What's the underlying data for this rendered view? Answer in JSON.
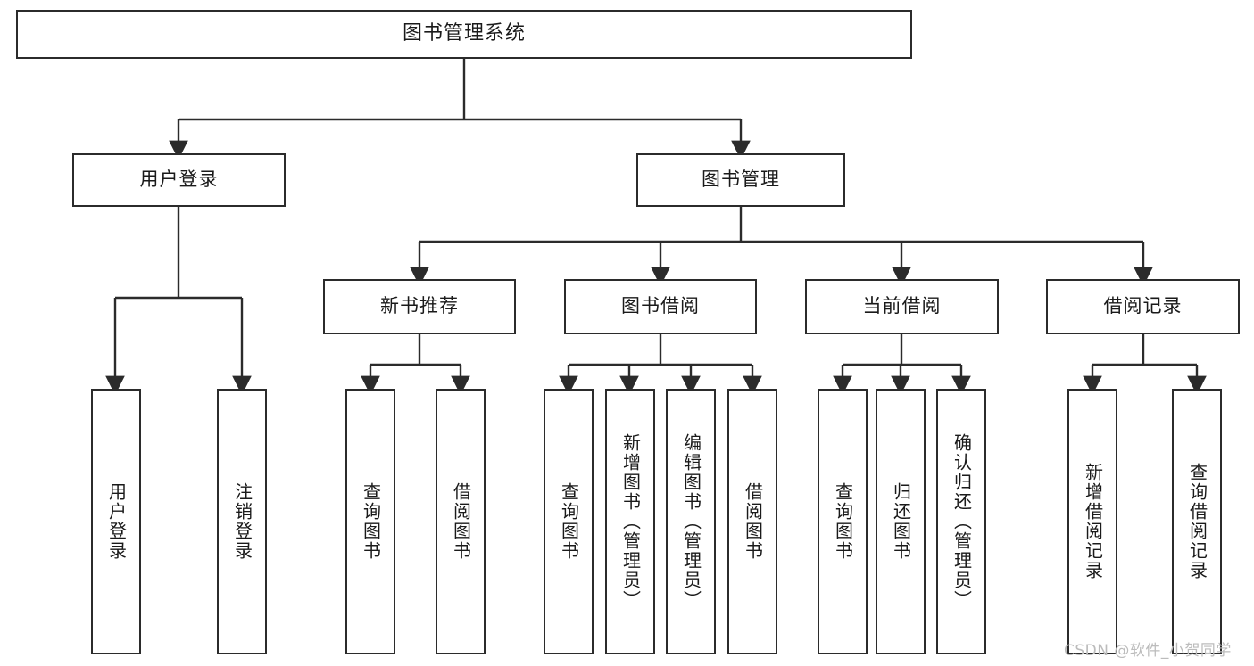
{
  "diagram": {
    "title": "图书管理系统",
    "type": "functional-structure-tree",
    "root": {
      "label": "图书管理系统"
    },
    "level2": [
      {
        "label": "用户登录"
      },
      {
        "label": "图书管理"
      }
    ],
    "level3": [
      {
        "label": "新书推荐"
      },
      {
        "label": "图书借阅"
      },
      {
        "label": "当前借阅"
      },
      {
        "label": "借阅记录"
      }
    ],
    "leaves": {
      "user_login": [
        {
          "label": "用户登录"
        },
        {
          "label": "注销登录"
        }
      ],
      "new_book_recommend": [
        {
          "label": "查询图书"
        },
        {
          "label": "借阅图书"
        }
      ],
      "book_borrow": [
        {
          "label": "查询图书"
        },
        {
          "label": "新增图书（管理员）"
        },
        {
          "label": "编辑图书（管理员）"
        },
        {
          "label": "借阅图书"
        }
      ],
      "current_borrow": [
        {
          "label": "查询图书"
        },
        {
          "label": "归还图书"
        },
        {
          "label": "确认归还（管理员）"
        }
      ],
      "borrow_record": [
        {
          "label": "新增借阅记录"
        },
        {
          "label": "查询借阅记录"
        }
      ]
    }
  },
  "watermark": {
    "text": "CSDN @软件_小贺同学"
  },
  "colors": {
    "border": "#2b2b2b",
    "background": "#ffffff",
    "text": "#1a1a1a",
    "watermark": "#bcbcbc"
  }
}
